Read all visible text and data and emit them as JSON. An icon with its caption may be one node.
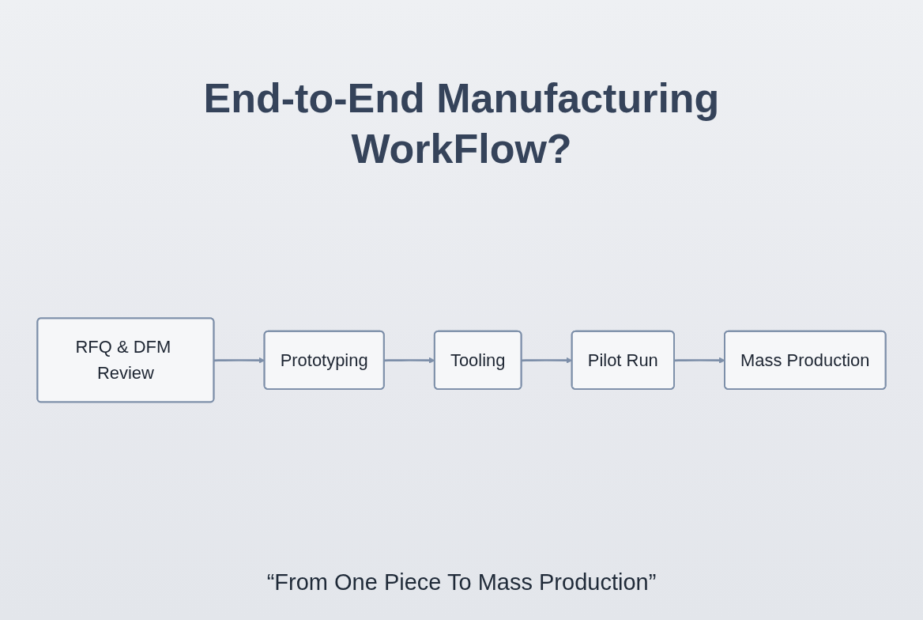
{
  "diagram": {
    "title": "End-to-End Manufacturing WorkFlow?",
    "caption": "“From One Piece To Mass Production”",
    "nodes": [
      {
        "text": [
          "RFQ & DFM Review"
        ]
      },
      {
        "text": [
          "Prototyping"
        ]
      },
      {
        "text": [
          "Tooling"
        ]
      },
      {
        "text": [
          "Pilot Run"
        ]
      },
      {
        "text": [
          "Mass Production"
        ]
      }
    ],
    "edges": [
      {
        "from": 0,
        "to": 1,
        "arrow": "to"
      },
      {
        "from": 1,
        "to": 2,
        "arrow": "to"
      },
      {
        "from": 2,
        "to": 3,
        "arrow": "to"
      },
      {
        "from": 3,
        "to": 4,
        "arrow": "to"
      }
    ]
  }
}
